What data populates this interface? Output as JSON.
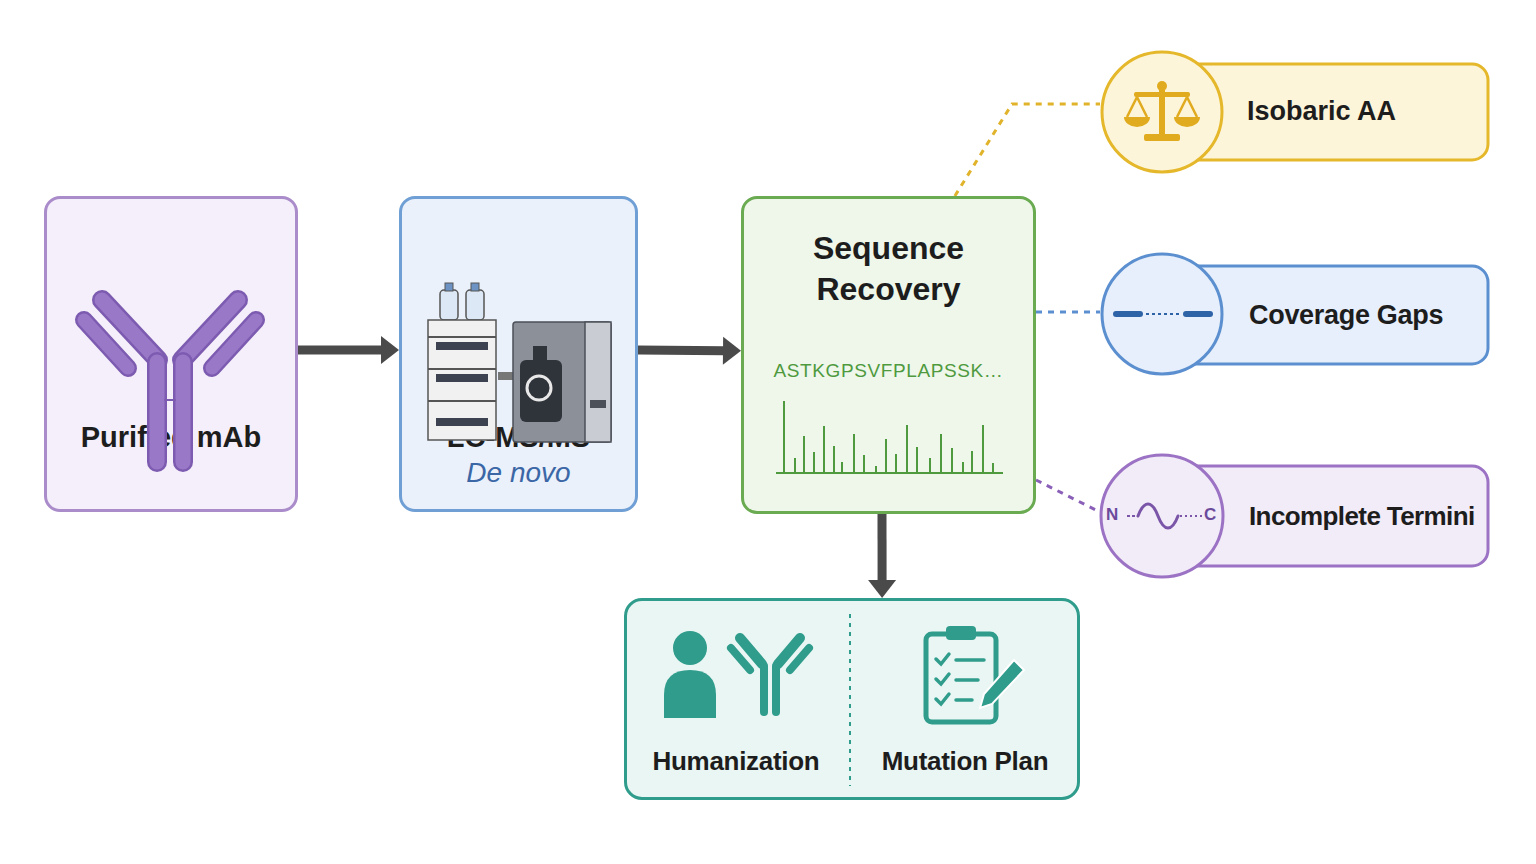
{
  "diagram": {
    "nodes": [
      {
        "text": [
          "Purified mAb"
        ]
      },
      {
        "text": [
          "LC-MS/MS",
          "De novo"
        ]
      },
      {
        "text": [
          "Sequence Recovery",
          "ASTKGPSVFPLAPSSK…"
        ]
      },
      {
        "text": [
          "Isobaric AA"
        ]
      },
      {
        "text": [
          "Coverage Gaps"
        ]
      },
      {
        "text": [
          "Incomplete Termini"
        ]
      },
      {
        "text": [
          "Humanization",
          "Mutation Plan"
        ]
      }
    ],
    "edges": [
      {
        "from": 0,
        "to": 1,
        "arrow": "to"
      },
      {
        "from": 1,
        "to": 2,
        "arrow": "to"
      },
      {
        "from": 2,
        "to": 6,
        "arrow": "to"
      },
      {
        "from": 2,
        "to": 3,
        "arrow": "none"
      },
      {
        "from": 2,
        "to": 4,
        "arrow": "none"
      },
      {
        "from": 2,
        "to": 5,
        "arrow": "none"
      }
    ],
    "labels": [
      "N",
      "C"
    ]
  }
}
